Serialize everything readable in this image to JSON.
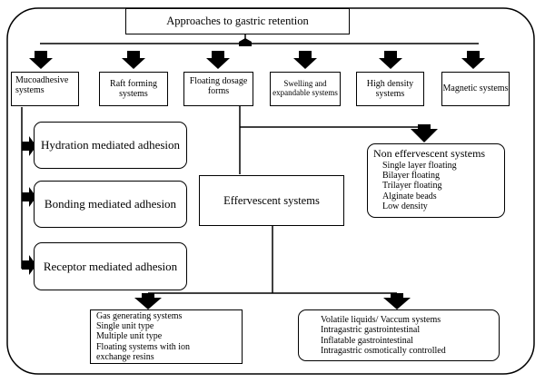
{
  "title": "Approaches to gastric retention",
  "approaches": [
    {
      "id": "muco",
      "label": "Mucoadhesive systems"
    },
    {
      "id": "raft",
      "label": "Raft forming systems"
    },
    {
      "id": "float",
      "label": "Floating dosage forms"
    },
    {
      "id": "swell",
      "label": "Swelling and expandable systems"
    },
    {
      "id": "density",
      "label": "High density systems"
    },
    {
      "id": "magnetic",
      "label": "Magnetic systems"
    }
  ],
  "mucoadhesion": [
    {
      "label": "Hydration mediated adhesion"
    },
    {
      "label": "Bonding mediated adhesion"
    },
    {
      "label": "Receptor mediated adhesion"
    }
  ],
  "non_effervescent": {
    "title": "Non effervescent systems",
    "items": [
      "Single layer floating",
      "Bilayer floating",
      "Trilayer floating",
      "Alginate beads",
      "Low density"
    ]
  },
  "effervescent": {
    "title": "Effervescent systems"
  },
  "gas_generating": {
    "items": [
      "Gas generating systems",
      "Single unit type",
      "Multiple unit type",
      "Floating systems with ion",
      "exchange resins"
    ]
  },
  "volatile": {
    "items": [
      "Volatile liquids/ Vaccum systems",
      "Intragastric gastrointestinal",
      "Inflatable gastrointestinal",
      "Intragastric osmotically controlled"
    ]
  },
  "colors": {
    "line": "#000000",
    "background": "#ffffff"
  }
}
